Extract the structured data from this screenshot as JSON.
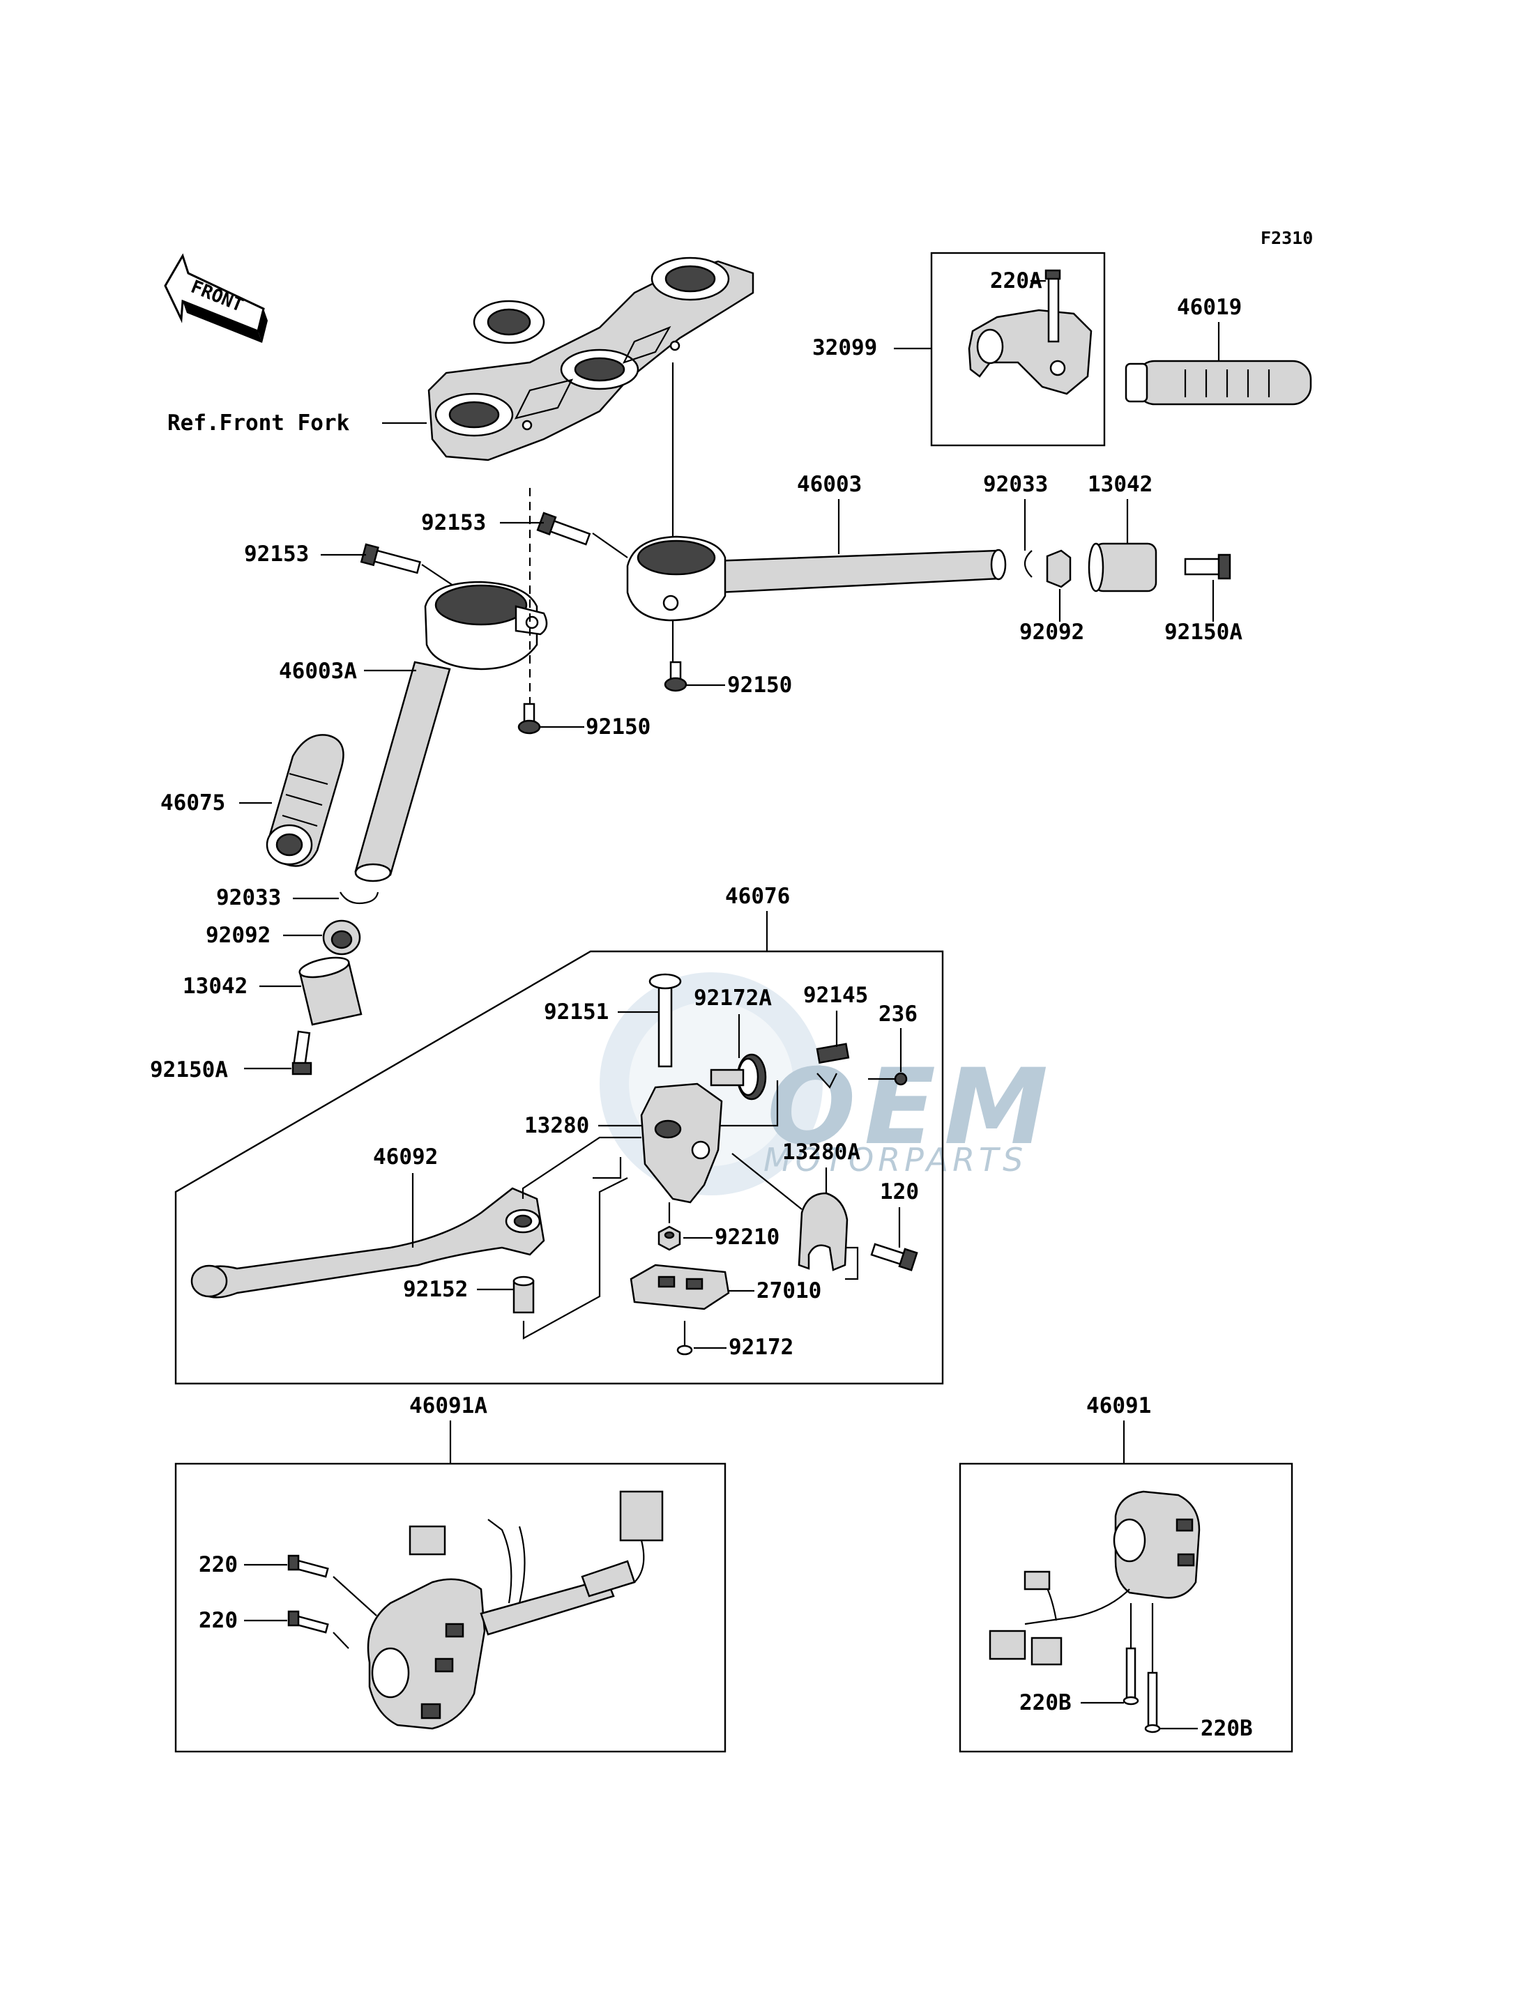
{
  "figure_code": "F2310",
  "front_label": "FRONT",
  "ref_label": "Ref.Front Fork",
  "watermark": {
    "brand": "OEM",
    "subtitle": "MOTORPARTS"
  },
  "callouts": {
    "c_32099": "32099",
    "c_220A": "220A",
    "c_46019": "46019",
    "c_46003": "46003",
    "c_92033_r": "92033",
    "c_13042_r": "13042",
    "c_92153_a": "92153",
    "c_92153_b": "92153",
    "c_92092_r": "92092",
    "c_92150A_r": "92150A",
    "c_46003A": "46003A",
    "c_92150_a": "92150",
    "c_92150_b": "92150",
    "c_46075": "46075",
    "c_92033_l": "92033",
    "c_92092_l": "92092",
    "c_13042_l": "13042",
    "c_92150A_l": "92150A",
    "c_46076": "46076",
    "c_92151": "92151",
    "c_92172A": "92172A",
    "c_92145": "92145",
    "c_236": "236",
    "c_13280": "13280",
    "c_13280A": "13280A",
    "c_46092": "46092",
    "c_120": "120",
    "c_92210": "92210",
    "c_92152": "92152",
    "c_27010": "27010",
    "c_92172": "92172",
    "c_46091A": "46091A",
    "c_46091": "46091",
    "c_220_a": "220",
    "c_220_b": "220",
    "c_220B_a": "220B",
    "c_220B_b": "220B"
  }
}
